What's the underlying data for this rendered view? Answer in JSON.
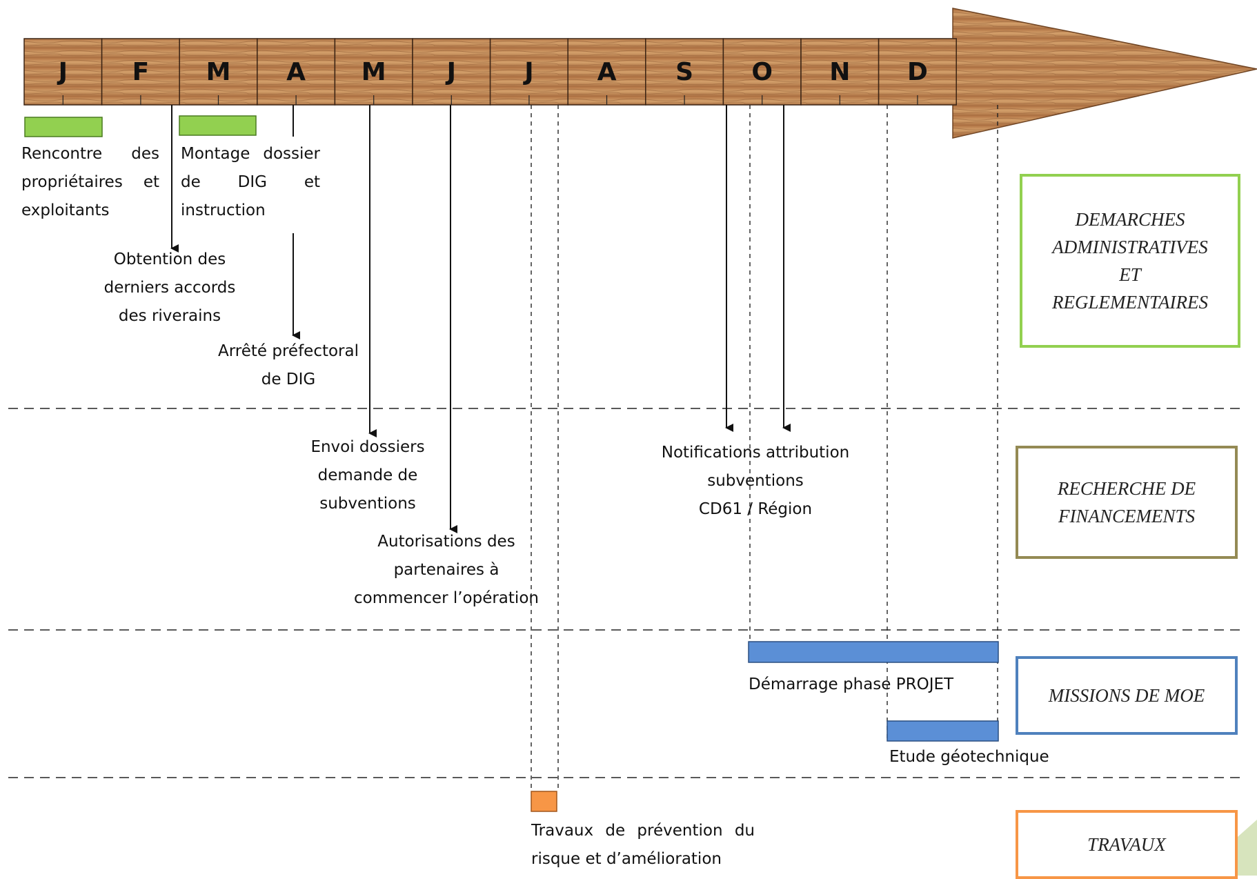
{
  "months": [
    "J",
    "F",
    "M",
    "A",
    "M",
    "J",
    "J",
    "A",
    "S",
    "O",
    "N",
    "D"
  ],
  "colors": {
    "wood_light": "#c9925d",
    "wood_dark": "#8a5530",
    "green": "#92d050",
    "blue": "#5b8fd6",
    "orange": "#f79646",
    "olive": "#948a54",
    "steel_blue": "#4f81bd",
    "leaf": "#d7e4bd"
  },
  "labels": {
    "rencontre": [
      "Rencontre des",
      "propriétaires et",
      "exploitants"
    ],
    "montage": [
      "Montage dossier",
      "de DIG et",
      "instruction"
    ],
    "obtention": [
      "Obtention des",
      "derniers accords",
      "des riverains"
    ],
    "arrete": [
      "Arrêté préfectoral",
      "de DIG"
    ],
    "envoi": [
      "Envoi dossiers",
      "demande de",
      "subventions"
    ],
    "autorisations": [
      "Autorisations des",
      "partenaires à",
      "commencer l’opération"
    ],
    "notifications": [
      "Notifications attribution",
      "subventions",
      "CD61 / Région"
    ],
    "demarrage": "Démarrage phase PROJET",
    "etude": "Etude géotechnique",
    "travaux_prev": [
      "Travaux de prévention du",
      "risque et d’amélioration"
    ]
  },
  "categories": [
    {
      "key": "demarches",
      "lines": [
        "DEMARCHES",
        "ADMINISTRATIVES",
        "ET",
        "REGLEMENTAIRES"
      ]
    },
    {
      "key": "financements",
      "lines": [
        "RECHERCHE DE",
        "FINANCEMENTS"
      ]
    },
    {
      "key": "moe",
      "lines": [
        "MISSIONS DE MOE"
      ]
    },
    {
      "key": "travaux",
      "lines": [
        "TRAVAUX"
      ]
    }
  ]
}
